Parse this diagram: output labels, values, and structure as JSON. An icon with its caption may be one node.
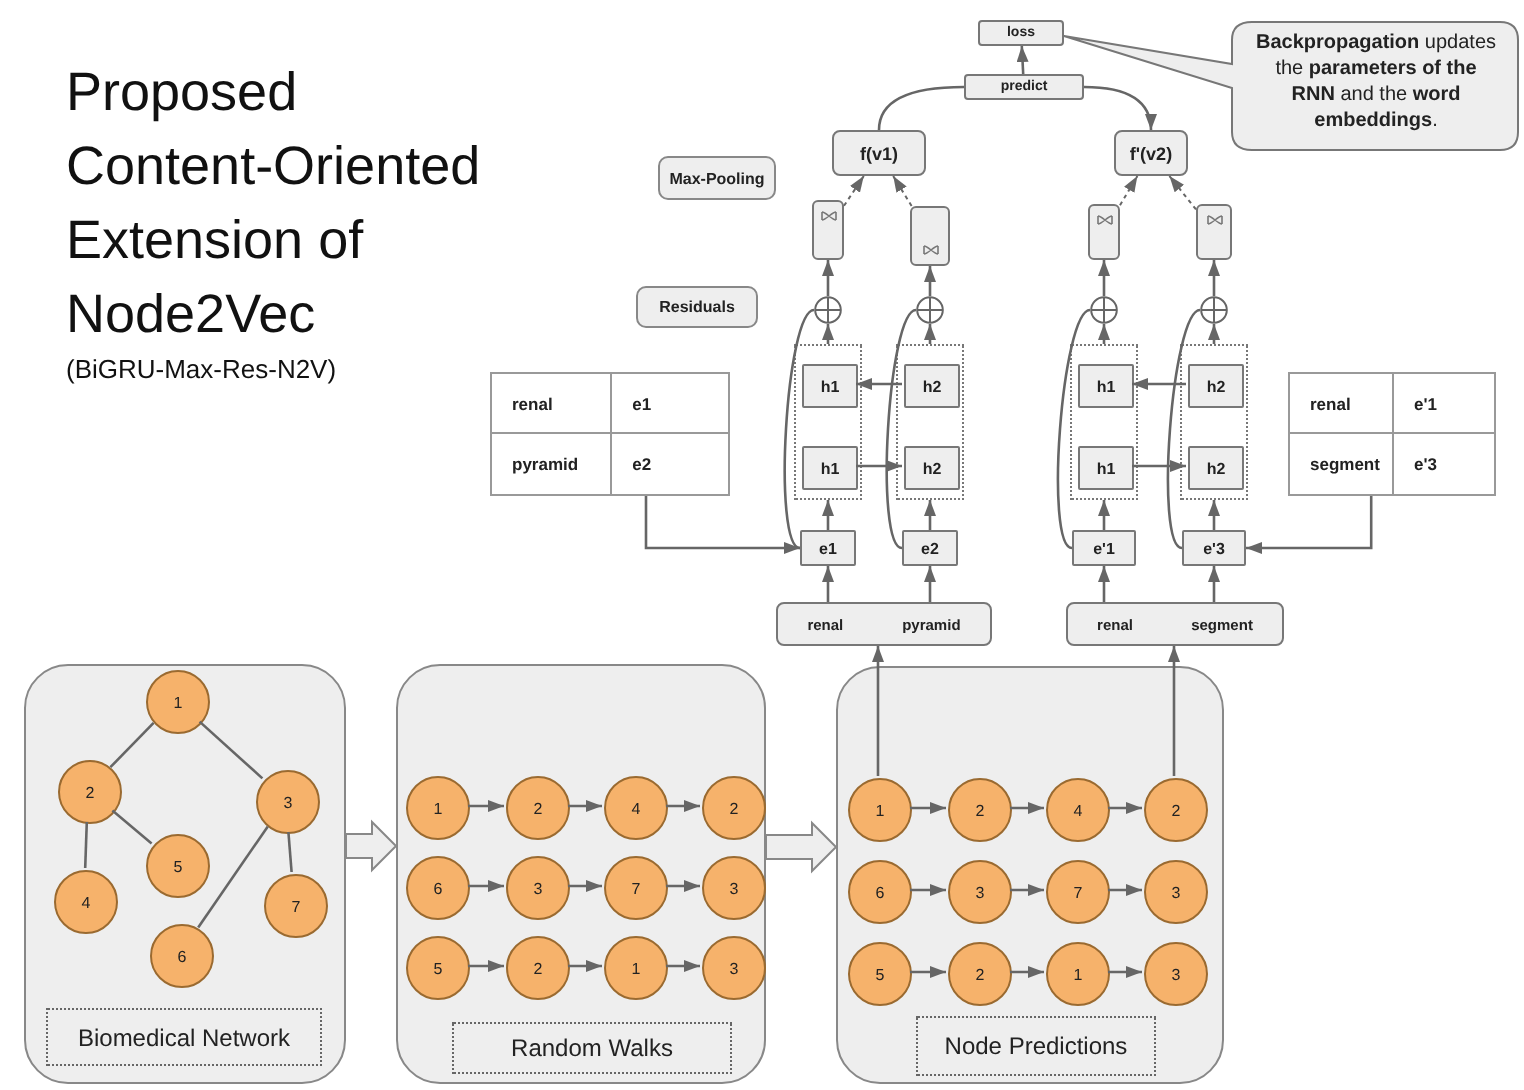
{
  "diagram": {
    "title": "Proposed Content-Oriented Extension of Node2Vec",
    "nodes": [
      {
        "text": [
          "loss"
        ]
      },
      {
        "text": [
          "predict"
        ]
      },
      {
        "text": [
          "**Backpropagation** updates the **parameters of the RNN** and the **word embeddings**."
        ]
      },
      {
        "text": [
          "f(v1)"
        ]
      },
      {
        "text": [
          "f'(v2)"
        ]
      },
      {
        "text": [
          "Max-Pooling"
        ]
      },
      {
        "text": [],
        "shape": "box"
      },
      {
        "text": [],
        "shape": "box"
      },
      {
        "text": [],
        "shape": "box"
      },
      {
        "text": [],
        "shape": "box"
      },
      {
        "text": [
          "Residuals"
        ]
      },
      {
        "text": [],
        "shape": "circle"
      },
      {
        "text": [],
        "shape": "circle"
      },
      {
        "text": [],
        "shape": "circle"
      },
      {
        "text": [],
        "shape": "circle"
      },
      {
        "text": [],
        "shape": "box"
      },
      {
        "text": [
          "h1"
        ],
        "in": 15
      },
      {
        "text": [
          "h1"
        ],
        "in": 15
      },
      {
        "text": [],
        "shape": "box"
      },
      {
        "text": [
          "h2"
        ],
        "in": 18
      },
      {
        "text": [
          "h2"
        ],
        "in": 18
      },
      {
        "text": [],
        "shape": "box"
      },
      {
        "text": [
          "h1"
        ],
        "in": 21
      },
      {
        "text": [
          "h1"
        ],
        "in": 21
      },
      {
        "text": [],
        "shape": "box"
      },
      {
        "text": [
          "h2"
        ],
        "in": 24
      },
      {
        "text": [
          "h2"
        ],
        "in": 24
      },
      {
        "text": [
          "renal",
          "e1",
          "pyramid",
          "e2"
        ]
      },
      {
        "text": [
          "renal",
          "e'1",
          "segment",
          "e'3"
        ]
      },
      {
        "text": [
          "e1"
        ]
      },
      {
        "text": [
          "e2"
        ]
      },
      {
        "text": [
          "e'1"
        ]
      },
      {
        "text": [
          "e'3"
        ]
      },
      {
        "text": [
          "renal",
          "pyramid"
        ]
      },
      {
        "text": [
          "renal",
          "segment"
        ]
      },
      {
        "text": [
          "Biomedical Network"
        ]
      },
      {
        "text": [
          "1"
        ],
        "in": 35
      },
      {
        "text": [
          "2"
        ],
        "in": 35
      },
      {
        "text": [
          "3"
        ],
        "in": 35
      },
      {
        "text": [
          "5"
        ],
        "in": 35
      },
      {
        "text": [
          "4"
        ],
        "in": 35
      },
      {
        "text": [
          "7"
        ],
        "in": 35
      },
      {
        "text": [
          "6"
        ],
        "in": 35
      },
      {
        "text": [
          "Random Walks"
        ]
      },
      {
        "text": [
          "1"
        ],
        "in": 43
      },
      {
        "text": [
          "2"
        ],
        "in": 43
      },
      {
        "text": [
          "4"
        ],
        "in": 43
      },
      {
        "text": [
          "2"
        ],
        "in": 43
      },
      {
        "text": [
          "6"
        ],
        "in": 43
      },
      {
        "text": [
          "3"
        ],
        "in": 43
      },
      {
        "text": [
          "7"
        ],
        "in": 43
      },
      {
        "text": [
          "3"
        ],
        "in": 43
      },
      {
        "text": [
          "5"
        ],
        "in": 43
      },
      {
        "text": [
          "2"
        ],
        "in": 43
      },
      {
        "text": [
          "1"
        ],
        "in": 43
      },
      {
        "text": [
          "3"
        ],
        "in": 43
      },
      {
        "text": [
          "Node Predictions"
        ]
      },
      {
        "text": [
          "1"
        ],
        "in": 56
      },
      {
        "text": [
          "2"
        ],
        "in": 56
      },
      {
        "text": [
          "4"
        ],
        "in": 56
      },
      {
        "text": [
          "2"
        ],
        "in": 56
      },
      {
        "text": [
          "6"
        ],
        "in": 56
      },
      {
        "text": [
          "3"
        ],
        "in": 56
      },
      {
        "text": [
          "7"
        ],
        "in": 56
      },
      {
        "text": [
          "3"
        ],
        "in": 56
      },
      {
        "text": [
          "5"
        ],
        "in": 56
      },
      {
        "text": [
          "2"
        ],
        "in": 56
      },
      {
        "text": [
          "1"
        ],
        "in": 56
      },
      {
        "text": [
          "3"
        ],
        "in": 56
      }
    ],
    "edges": [
      {
        "from": 1,
        "to": 0,
        "arrow": "to"
      },
      {
        "from": 3,
        "to": 1,
        "arrow": "none"
      },
      {
        "from": 1,
        "to": 4,
        "arrow": "to"
      },
      {
        "from": 6,
        "to": 3,
        "arrow": "to",
        "style": "dashed"
      },
      {
        "from": 7,
        "to": 3,
        "arrow": "to",
        "style": "dashed"
      },
      {
        "from": 8,
        "to": 4,
        "arrow": "to",
        "style": "dashed"
      },
      {
        "from": 9,
        "to": 4,
        "arrow": "to",
        "style": "dashed"
      },
      {
        "from": 11,
        "to": 6,
        "arrow": "to"
      },
      {
        "from": 12,
        "to": 7,
        "arrow": "to"
      },
      {
        "from": 13,
        "to": 8,
        "arrow": "to"
      },
      {
        "from": 14,
        "to": 9,
        "arrow": "to"
      },
      {
        "from": 15,
        "to": 11,
        "arrow": "to"
      },
      {
        "from": 18,
        "to": 12,
        "arrow": "to"
      },
      {
        "from": 21,
        "to": 13,
        "arrow": "to"
      },
      {
        "from": 24,
        "to": 14,
        "arrow": "to"
      },
      {
        "from": 19,
        "to": 16,
        "arrow": "to"
      },
      {
        "from": 17,
        "to": 20,
        "arrow": "to"
      },
      {
        "from": 25,
        "to": 22,
        "arrow": "to"
      },
      {
        "from": 23,
        "to": 26,
        "arrow": "to"
      },
      {
        "from": 29,
        "to": 15,
        "arrow": "to"
      },
      {
        "from": 30,
        "to": 18,
        "arrow": "to"
      },
      {
        "from": 31,
        "to": 21,
        "arrow": "to"
      },
      {
        "from": 32,
        "to": 24,
        "arrow": "to"
      },
      {
        "from": 29,
        "to": 11,
        "arrow": "none"
      },
      {
        "from": 30,
        "to": 12,
        "arrow": "none"
      },
      {
        "from": 31,
        "to": 13,
        "arrow": "none"
      },
      {
        "from": 32,
        "to": 14,
        "arrow": "none"
      },
      {
        "from": 27,
        "to": 29,
        "arrow": "to"
      },
      {
        "from": 28,
        "to": 32,
        "arrow": "to"
      },
      {
        "from": 33,
        "to": 29,
        "arrow": "to"
      },
      {
        "from": 33,
        "to": 30,
        "arrow": "to"
      },
      {
        "from": 34,
        "to": 31,
        "arrow": "to"
      },
      {
        "from": 34,
        "to": 32,
        "arrow": "to"
      },
      {
        "from": 57,
        "to": 33,
        "arrow": "to"
      },
      {
        "from": 60,
        "to": 34,
        "arrow": "to"
      },
      {
        "from": 35,
        "to": 43,
        "arrow": "to",
        "style": "thick"
      },
      {
        "from": 43,
        "to": 56,
        "arrow": "to",
        "style": "thick"
      },
      {
        "from": 36,
        "to": 37,
        "arrow": "none"
      },
      {
        "from": 36,
        "to": 38,
        "arrow": "none"
      },
      {
        "from": 37,
        "to": 39,
        "arrow": "none"
      },
      {
        "from": 37,
        "to": 40,
        "arrow": "none"
      },
      {
        "from": 38,
        "to": 42,
        "arrow": "none"
      },
      {
        "from": 38,
        "to": 41,
        "arrow": "none"
      },
      {
        "from": 44,
        "to": 45,
        "arrow": "to"
      },
      {
        "from": 45,
        "to": 46,
        "arrow": "to"
      },
      {
        "from": 46,
        "to": 47,
        "arrow": "to"
      },
      {
        "from": 48,
        "to": 49,
        "arrow": "to"
      },
      {
        "from": 49,
        "to": 50,
        "arrow": "to"
      },
      {
        "from": 50,
        "to": 51,
        "arrow": "to"
      },
      {
        "from": 52,
        "to": 53,
        "arrow": "to"
      },
      {
        "from": 53,
        "to": 54,
        "arrow": "to"
      },
      {
        "from": 54,
        "to": 55,
        "arrow": "to"
      },
      {
        "from": 57,
        "to": 58,
        "arrow": "to"
      },
      {
        "from": 58,
        "to": 59,
        "arrow": "to"
      },
      {
        "from": 59,
        "to": 60,
        "arrow": "to"
      },
      {
        "from": 61,
        "to": 62,
        "arrow": "to"
      },
      {
        "from": 62,
        "to": 63,
        "arrow": "to"
      },
      {
        "from": 63,
        "to": 64,
        "arrow": "to"
      },
      {
        "from": 65,
        "to": 66,
        "arrow": "to"
      },
      {
        "from": 66,
        "to": 67,
        "arrow": "to"
      },
      {
        "from": 67,
        "to": 68,
        "arrow": "to"
      }
    ],
    "labels": [
      "(BiGRU-Max-Res-N2V)"
    ]
  }
}
